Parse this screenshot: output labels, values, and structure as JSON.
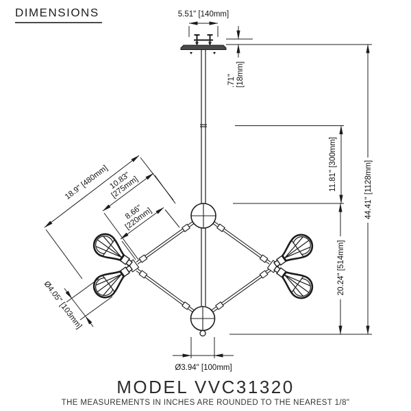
{
  "header": {
    "title": "DIMENSIONS"
  },
  "dims": {
    "canopy_width": "5.51\" [140mm]",
    "canopy_height_in": ".71\"",
    "canopy_height_mm": "[18mm]",
    "upper_rod": "11.81\" [300mm]",
    "body_height": "20.24\" [514mm]",
    "overall_height": "44.41\" [1128mm]",
    "spread": "18.9\" [480mm]",
    "arm_center_in": "10.83\"",
    "arm_center_mm": "[275mm]",
    "arm_inner_in": "8.66\"",
    "arm_inner_mm": "[220mm]",
    "shade_dia": "Ø4.05\" [103mm]",
    "sphere_dia": "Ø3.94\" [100mm]"
  },
  "footer": {
    "model": "MODEL VVC31320",
    "note": "THE MEASUREMENTS IN INCHES ARE ROUNDED TO THE NEAREST 1/8\""
  },
  "colors": {
    "line": "#1c1c1c",
    "text": "#111111",
    "background": "#ffffff"
  }
}
